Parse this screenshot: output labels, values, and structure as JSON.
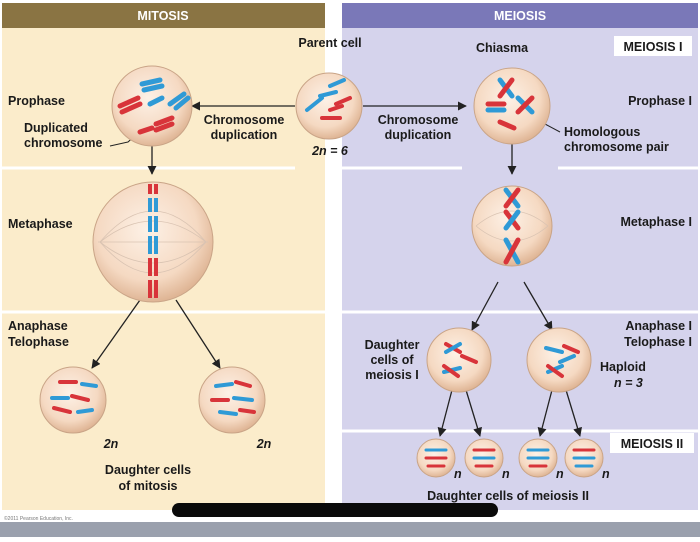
{
  "headers": {
    "mitosis": "MITOSIS",
    "meiosis": "MEIOSIS"
  },
  "phase_labels": {
    "prophase": "Prophase",
    "metaphase": "Metaphase",
    "anaphase_line1": "Anaphase",
    "anaphase_line2": "Telophase",
    "meiosis_I": "MEIOSIS I",
    "prophase_I": "Prophase I",
    "metaphase_I": "Metaphase I",
    "anaphase_I_line1": "Anaphase I",
    "anaphase_I_line2": "Telophase I",
    "meiosis_II": "MEIOSIS II"
  },
  "labels": {
    "parent_cell": "Parent cell",
    "chiasma": "Chiasma",
    "duplicated_line1": "Duplicated",
    "duplicated_line2": "chromosome",
    "chromosome_duplication_left_line1": "Chromosome",
    "chromosome_duplication_left_line2": "duplication",
    "chromosome_duplication_right_line1": "Chromosome",
    "chromosome_duplication_right_line2": "duplication",
    "two_n_eq_6": "2n = 6",
    "homologous_line1": "Homologous",
    "homologous_line2": "chromosome pair",
    "daughter_meiosis_I_line1": "Daughter",
    "daughter_meiosis_I_line2": "cells of",
    "daughter_meiosis_I_line3": "meiosis I",
    "haploid": "Haploid",
    "n_eq_3": "n = 3",
    "two_n_left": "2n",
    "two_n_right": "2n",
    "daughter_mitosis_line1": "Daughter cells",
    "daughter_mitosis_line2": "of mitosis",
    "daughter_meiosis_II": "Daughter cells of meiosis II",
    "n1": "n",
    "n2": "n",
    "n3": "n",
    "n4": "n",
    "copyright": "©2011 Pearson Education, Inc."
  },
  "colors": {
    "mitosis_bg": "#fbeccb",
    "meiosis_bg": "#d5d3ec",
    "mitosis_header": "#8a7443",
    "meiosis_header": "#7a78b8",
    "cell_fill": "#f6dcc6",
    "cell_edge": "#c9a487",
    "red_chromosome": "#d8343a",
    "blue_chromosome": "#2f9ad6"
  }
}
